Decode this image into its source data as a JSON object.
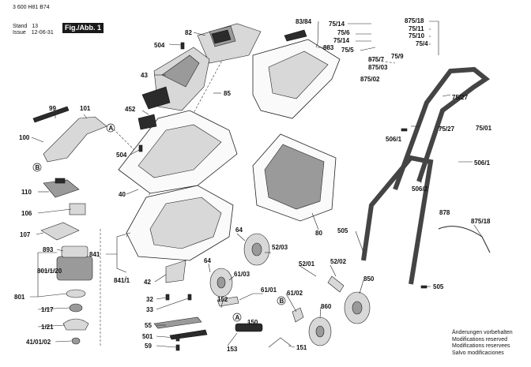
{
  "header": {
    "part_number": "3 600 H81 B74",
    "stand_label": "Stand",
    "stand_value": "13",
    "issue_label": "Issue",
    "issue_value": "12-06-31",
    "figure": "Fig./Abb. 1"
  },
  "notes": [
    "Änderungen vorbehalten",
    "Modifications reserved",
    "Modifications reservees",
    "Salvo modificaciones"
  ],
  "part_labels": {
    "p82": "82",
    "p504a": "504",
    "p43": "43",
    "p85": "85",
    "p452": "452",
    "p504b": "504",
    "p40": "40",
    "p83_84": "83/84",
    "p883": "883",
    "p80": "80",
    "p75_14a": "75/14",
    "p75_6": "75/6",
    "p75_14b": "75/14",
    "p75_5": "75/5",
    "p875_18a": "875/18",
    "p75_11": "75/11",
    "p75_10": "75/10",
    "p75_4": "75/4",
    "p875_7": "875/7",
    "p875_03": "875/03",
    "p75_9": "75/9",
    "p875_02": "875/02",
    "p75_27a": "75/27",
    "p75_27b": "75/27",
    "p75_01": "75/01",
    "p506_1a": "506/1",
    "p506_1b": "506/1",
    "p506_2": "506/2",
    "p878": "878",
    "p875_18b": "875/18",
    "p505a": "505",
    "p505b": "505",
    "p99": "99",
    "p101": "101",
    "p100": "100",
    "circA": "A",
    "circB": "B",
    "p110": "110",
    "p106": "106",
    "p107": "107",
    "p893": "893",
    "p841a": "841",
    "p801": "801",
    "p801_20": "801/1/20",
    "p1_17": "1/17",
    "p1_21": "1/21",
    "p41_01_02": "41/01/02",
    "p841_1": "841/1",
    "p42": "42",
    "p64a": "64",
    "p64b": "64",
    "p32": "32",
    "p33": "33",
    "p52_03": "52/03",
    "p52_01": "52/01",
    "p52_02": "52/02",
    "p61_03": "61/03",
    "p61_01": "61/01",
    "p61_02": "61/02",
    "p152": "152",
    "p150": "150",
    "p153": "153",
    "p151": "151",
    "p55": "55",
    "p501": "501",
    "p59": "59",
    "p850": "850",
    "p860": "860",
    "circA2": "A",
    "circB2": "B"
  }
}
